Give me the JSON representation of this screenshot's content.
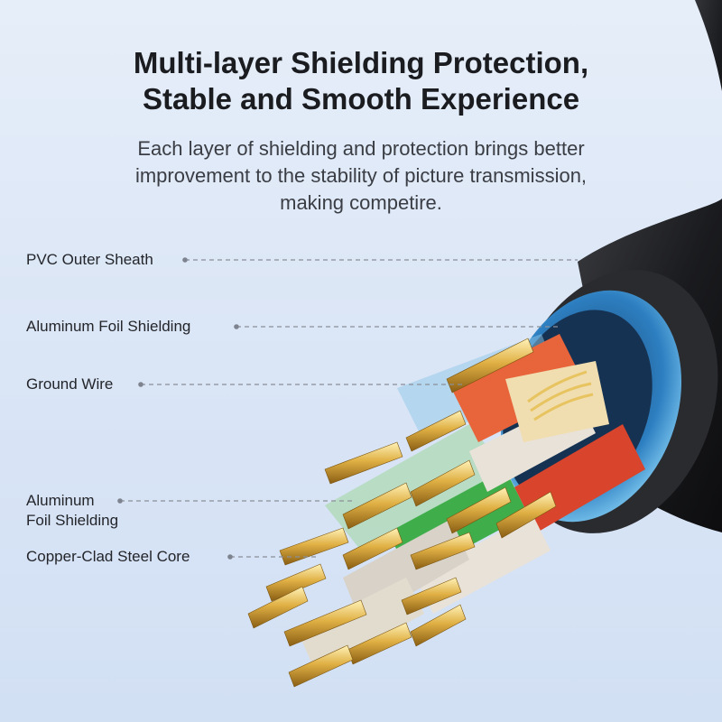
{
  "headline": {
    "line1": "Multi-layer Shielding Protection,",
    "line2": "Stable and Smooth Experience"
  },
  "description": {
    "line1": "Each layer of shielding and protection brings better",
    "line2": "improvement to the stability of picture transmission,",
    "line3": "making competire."
  },
  "callouts": [
    {
      "lines": [
        "PVC Outer Sheath"
      ],
      "icon": "callout-dot-icon"
    },
    {
      "lines": [
        "Aluminum Foil Shielding"
      ],
      "icon": "callout-dot-icon"
    },
    {
      "lines": [
        "Ground Wire"
      ],
      "icon": "callout-dot-icon"
    },
    {
      "lines": [
        "Aluminum",
        "Foil Shielding"
      ],
      "icon": "callout-dot-icon"
    },
    {
      "lines": [
        "Copper-Clad Steel Core"
      ],
      "icon": "callout-dot-icon"
    }
  ],
  "colors": {
    "background": "#dbe6f6",
    "sheath": "#1c1d20",
    "foil": "#4aa4d8",
    "gold": "#d9a93a",
    "wire_red": "#d9442c",
    "wire_orange": "#e8643a",
    "wire_green": "#3fae4a",
    "wire_white": "#e9e2d8",
    "leader_line": "#8a8f99"
  }
}
